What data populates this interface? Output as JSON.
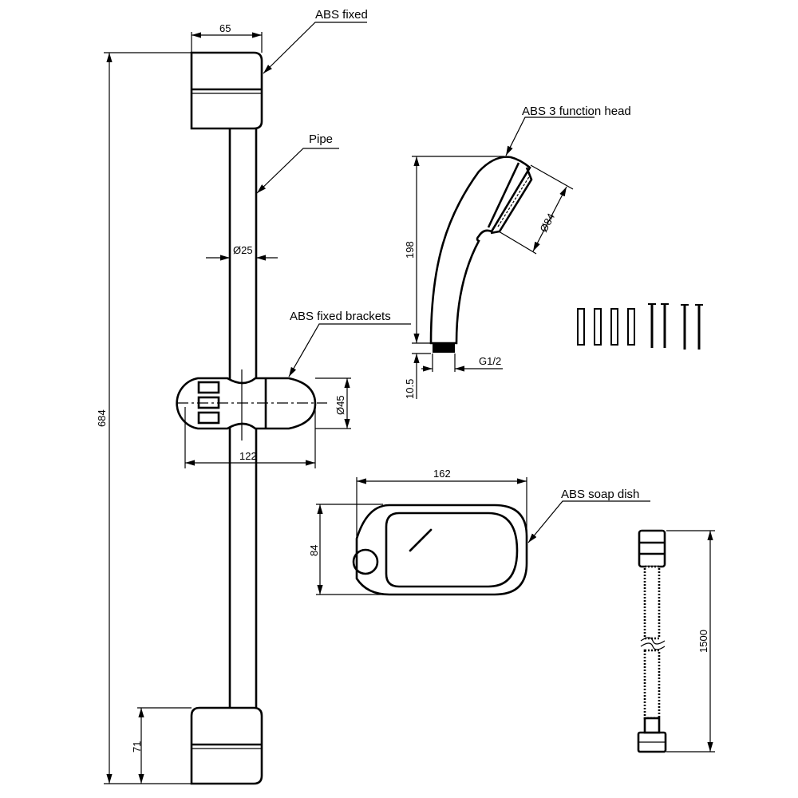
{
  "labels": {
    "abs_fixed": "ABS fixed",
    "pipe": "Pipe",
    "abs_fixed_brackets": "ABS fixed brackets",
    "abs_3_function_head": "ABS 3 function head",
    "abs_soap_dish": "ABS soap dish"
  },
  "dimensions": {
    "bracket_width": "65",
    "total_height": "684",
    "pipe_diameter": "Ø25",
    "slider_diameter": "Ø45",
    "slider_length": "122",
    "bottom_bracket_height": "71",
    "head_height": "198",
    "head_diameter": "Ø84",
    "thread_length": "10.5",
    "thread": "G1/2",
    "soap_dish_width": "162",
    "soap_dish_height": "84",
    "hose_length": "1500"
  },
  "colors": {
    "line": "#000000",
    "background": "#ffffff"
  }
}
